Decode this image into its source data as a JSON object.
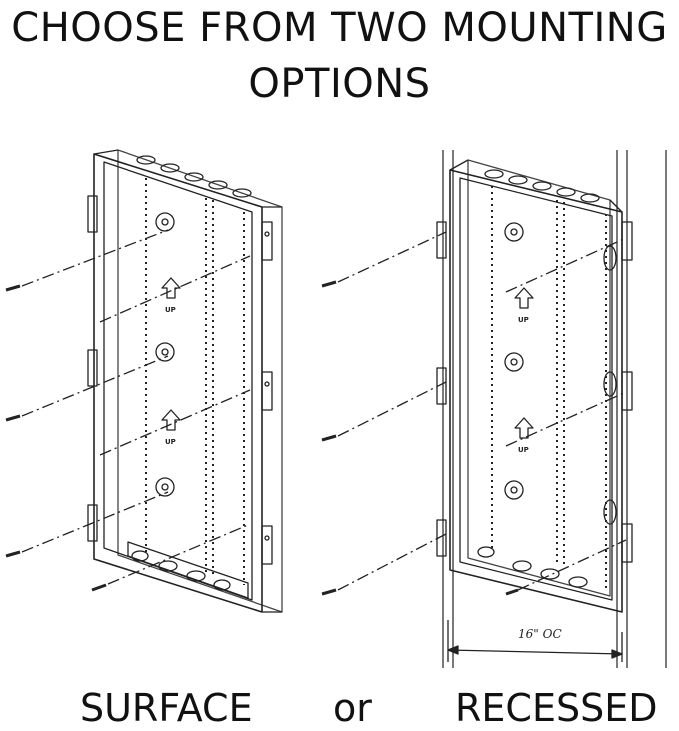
{
  "headline": "CHOOSE FROM TWO MOUNTING OPTIONS",
  "options": {
    "surface": "SURFACE",
    "separator": "or",
    "recessed": "RECESSED"
  },
  "diagram": {
    "up_label": "UP",
    "stud_spacing_label": "16\" OC"
  }
}
